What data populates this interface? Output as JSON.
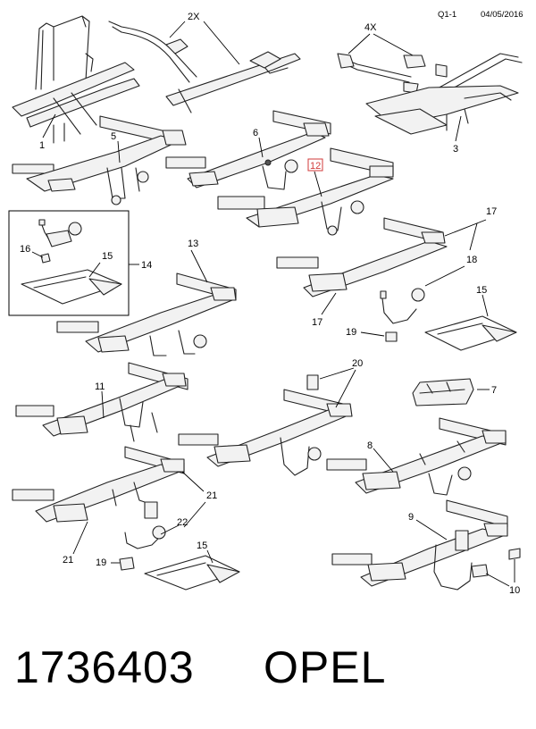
{
  "header": {
    "sheet": "Q1-1",
    "date": "04/05/2016"
  },
  "callouts": {
    "c1": "1",
    "c2x": "2X",
    "c3": "3",
    "c4x": "4X",
    "c5": "5",
    "c6": "6",
    "c7": "7",
    "c8": "8",
    "c9": "9",
    "c10": "10",
    "c11": "11",
    "c12": "12",
    "c13": "13",
    "c14": "14",
    "c15a": "15",
    "c15b": "15",
    "c15c": "15",
    "c16": "16",
    "c17a": "17",
    "c17b": "17",
    "c18": "18",
    "c19a": "19",
    "c19b": "19",
    "c20": "20",
    "c21a": "21",
    "c21b": "21",
    "c22": "22"
  },
  "highlight_color": "#d23a3a",
  "footer": {
    "part_number": "1736403",
    "brand": "OPEL"
  }
}
